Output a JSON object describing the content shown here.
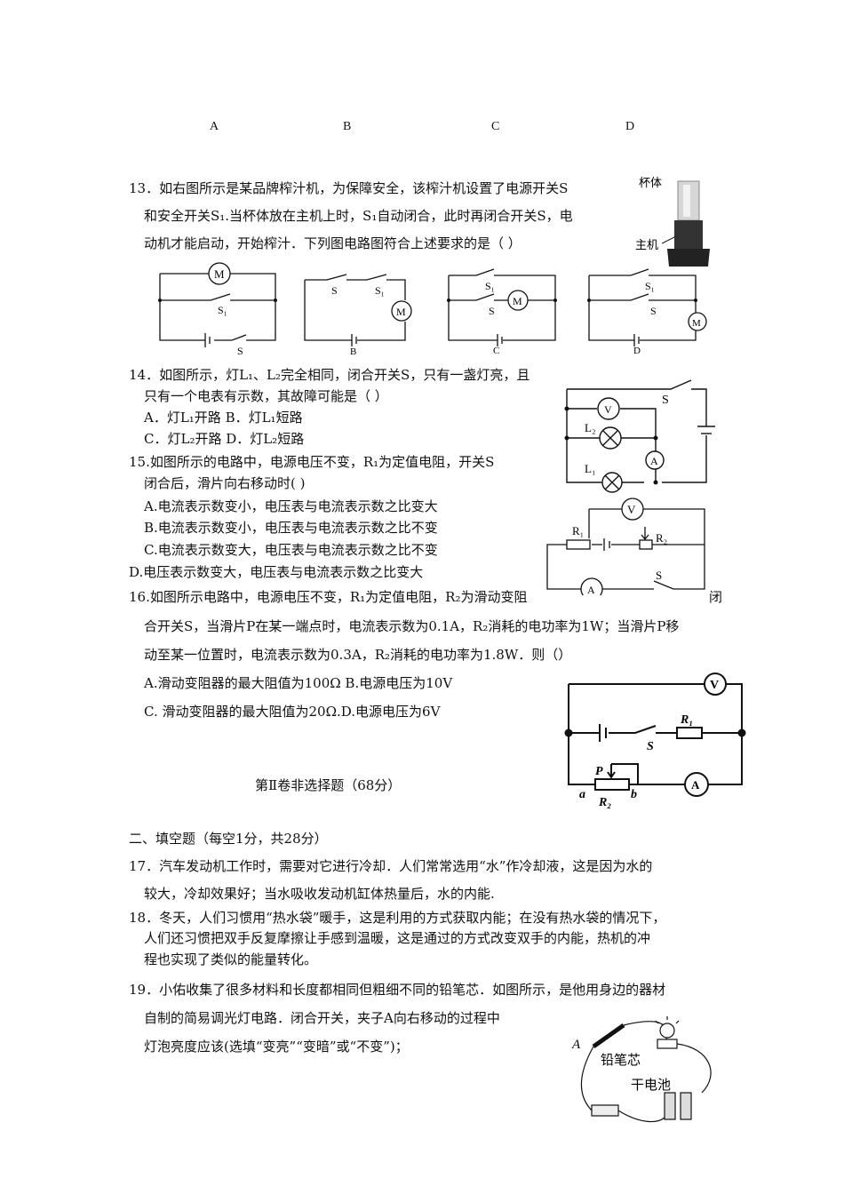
{
  "top_options": [
    "A",
    "B",
    "C",
    "D"
  ],
  "q13": {
    "lines": [
      "13．如右图所示是某品牌榨汁机，为保障安全，该榨汁机设置了电源开关S",
      "和安全开关S₁.当杯体放在主机上时，S₁自动闭合，此时再闭合开关S，电",
      "动机才能启动，开始榨汁．下列图电路图符合上述要求的是（        ）"
    ],
    "juicer_labels": [
      "杯体",
      "主机"
    ],
    "circuit_labels": {
      "a": [
        "M",
        "S₁",
        "S"
      ],
      "b": [
        "S",
        "S₁",
        "M",
        "B"
      ],
      "c": [
        "S₁",
        "S",
        "M",
        "C"
      ],
      "d": [
        "S₁",
        "S",
        "M",
        "D"
      ]
    }
  },
  "q14": {
    "lines": [
      "14．如图所示，灯L₁、L₂完全相同，闭合开关S，只有一盏灯亮，且",
      "只有一个电表有示数，其故障可能是（        ）",
      "A．灯L₁开路    B．灯L₁短路",
      "C．灯L₂开路    D．灯L₂短路"
    ],
    "figure_labels": [
      "S",
      "V",
      "L₂",
      "A",
      "L₁"
    ]
  },
  "q15": {
    "lines": [
      "15.如图所示的电路中，电源电压不变，R₁为定值电阻，开关S",
      "闭合后，滑片向右移动时(          )",
      "A.电流表示数变小，电压表与电流表示数之比变大",
      "B.电流表示数变小，电压表与电流表示数之比不变",
      "C.电流表示数变大，电压表与电流表示数之比不变",
      "D.电压表示数变大，电压表与电流表示数之比变大"
    ],
    "figure_labels": [
      "V",
      "R₁",
      "R₂",
      "A",
      "S"
    ]
  },
  "q16": {
    "lines": [
      "16.如图所示电路中，电源电压不变，R₁为定值电阻，R₂为滑动变阻",
      "合开关S，当滑片P在某一端点时，电流表示数为0.1A，R₂消耗的电功率为1W；当滑片P移",
      "动至某一位置时，电流表示数为0.3A，R₂消耗的电功率为1.8W．则（）",
      "A.滑动变阻器的最大阻值为100Ω        B.电源电压为10V",
      "C.  滑动变阻器的最大阻值为20Ω.D.电源电压为6V"
    ],
    "edge_fragment": "闭",
    "figure_labels": [
      "V",
      "S",
      "R₁",
      "P",
      "a",
      "b",
      "R₂",
      "A"
    ]
  },
  "section2_title": "第Ⅱ卷非选择题（68分）",
  "section_fill": "二、填空题（每空1分，共28分）",
  "q17": [
    "17．汽车发动机工作时，需要对它进行冷却．人们常常选用“水”作冷却液，这是因为水的",
    "较大，冷却效果好；当水吸收发动机缸体热量后，水的内能."
  ],
  "q18": [
    "18．冬天，人们习惯用“热水袋”暖手，这是利用的方式获取内能；在没有热水袋的情况下，",
    "人们还习惯把双手反复摩擦让手感到温暖，这是通过的方式改变双手的内能，热机的冲",
    "程也实现了类似的能量转化。"
  ],
  "q19": {
    "lines": [
      "19．小佑收集了很多材料和长度都相同但粗细不同的铅笔芯．如图所示，是他用身边的器材",
      "自制的简易调光灯电路．闭合开关，夹子A向右移动的过程中",
      "灯泡亮度应该(选填“变亮”“变暗”或“不变”)；"
    ],
    "figure_labels": [
      "A",
      "铅笔芯",
      "干电池"
    ]
  }
}
